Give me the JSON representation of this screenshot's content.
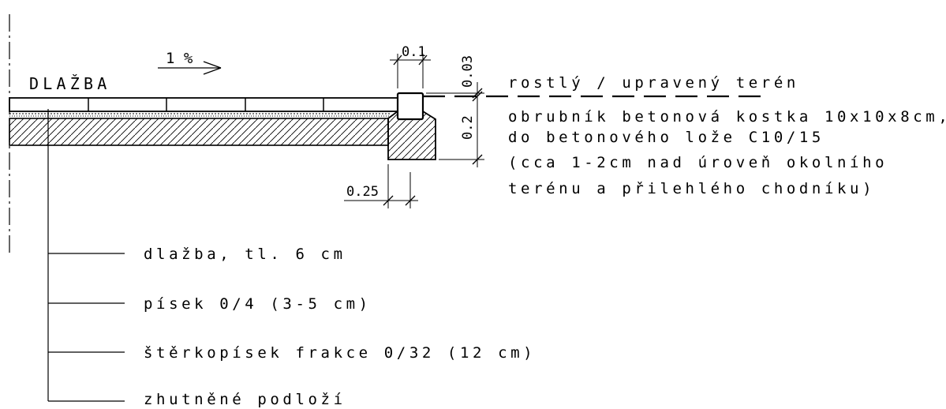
{
  "drawing": {
    "title": "DLAŽBA",
    "slope": "1 %",
    "dims": {
      "curb_width": "0.1",
      "curb_top": "0.03",
      "bed_height": "0.2",
      "bed_width": "0.25"
    },
    "notes": {
      "terrain": "rostlý / upravený terén",
      "curb_line1": "obrubník betonová kostka 10x10x8cm,",
      "curb_line2": "do betonového lože C10/15",
      "curb_line3": "(cca 1-2cm nad úroveň okolního",
      "curb_line4": "terénu a přilehlého chodníku)"
    },
    "layers": [
      "dlažba, tl. 6 cm",
      "písek 0/4 (3-5 cm)",
      "štěrkopísek frakce 0/32 (12 cm)",
      "zhutněné podloží"
    ]
  }
}
